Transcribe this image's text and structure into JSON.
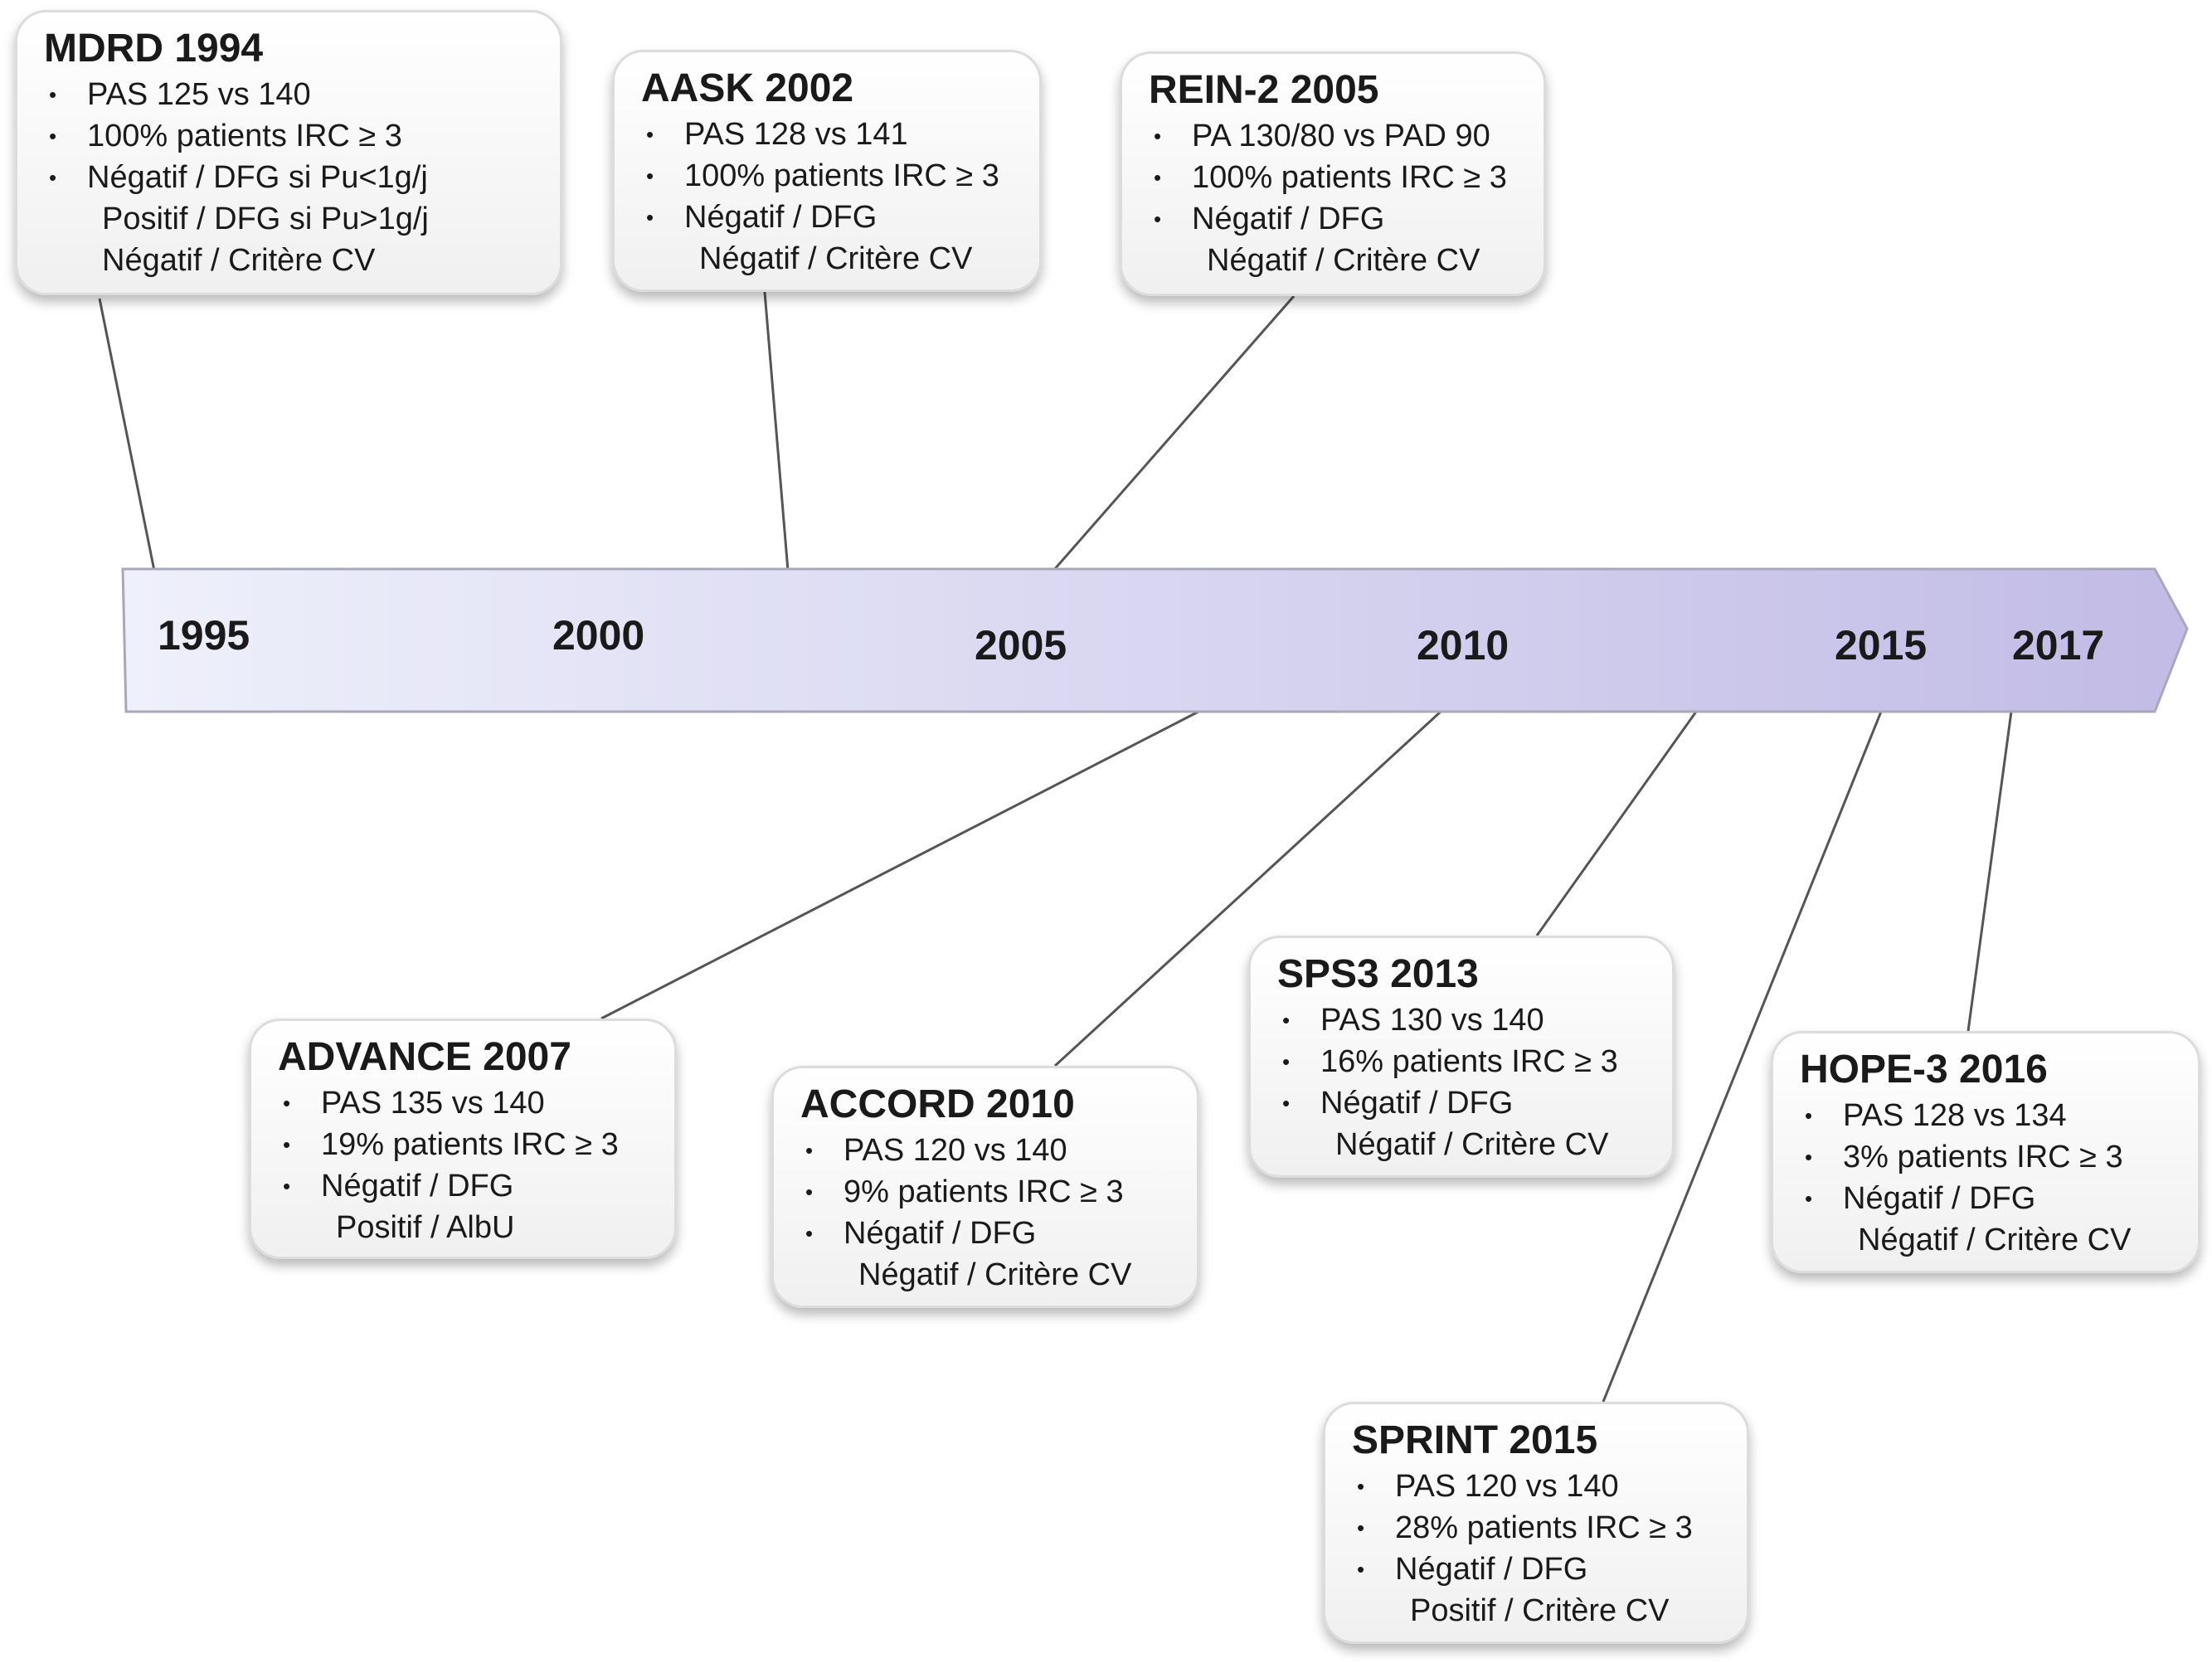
{
  "colors": {
    "arrow_start": "#eef0fb",
    "arrow_end": "#c2bce6",
    "connector": "#555555",
    "card_border": "#dcdcdc"
  },
  "timeline": {
    "years": [
      "1995",
      "2000",
      "2005",
      "2010",
      "2015",
      "2017"
    ]
  },
  "studies": {
    "mdrd": {
      "title": "MDRD 1994",
      "items": [
        "PAS 125 vs 140",
        "100% patients IRC ≥ 3",
        "Négatif / DFG si Pu<1g/j"
      ],
      "continuation": [
        "Positif / DFG si Pu>1g/j",
        "Négatif / Critère CV"
      ]
    },
    "aask": {
      "title": "AASK 2002",
      "items": [
        "PAS 128 vs 141",
        "100% patients IRC ≥ 3",
        "Négatif / DFG"
      ],
      "continuation": [
        "Négatif / Critère CV"
      ]
    },
    "rein2": {
      "title": "REIN-2 2005",
      "items": [
        "PA 130/80 vs PAD 90",
        "100% patients IRC ≥ 3",
        "Négatif / DFG"
      ],
      "continuation": [
        "Négatif / Critère CV"
      ]
    },
    "advance": {
      "title": "ADVANCE 2007",
      "items": [
        "PAS 135 vs 140",
        "19% patients IRC ≥ 3",
        "Négatif / DFG"
      ],
      "continuation": [
        "Positif / AlbU"
      ]
    },
    "accord": {
      "title": "ACCORD 2010",
      "items": [
        "PAS 120 vs 140",
        "9% patients IRC ≥ 3",
        "Négatif / DFG"
      ],
      "continuation": [
        "Négatif / Critère CV"
      ]
    },
    "sps3": {
      "title": "SPS3 2013",
      "items": [
        "PAS 130 vs 140",
        "16% patients IRC ≥ 3",
        "Négatif / DFG"
      ],
      "continuation": [
        "Négatif / Critère CV"
      ]
    },
    "sprint": {
      "title": "SPRINT 2015",
      "items": [
        "PAS 120 vs 140",
        "28% patients IRC ≥ 3",
        "Négatif / DFG"
      ],
      "continuation": [
        "Positif / Critère CV"
      ]
    },
    "hope3": {
      "title": "HOPE-3 2016",
      "items": [
        "PAS 128 vs 134",
        "3% patients IRC ≥ 3",
        "Négatif / DFG"
      ],
      "continuation": [
        "Négatif / Critère CV"
      ]
    }
  }
}
